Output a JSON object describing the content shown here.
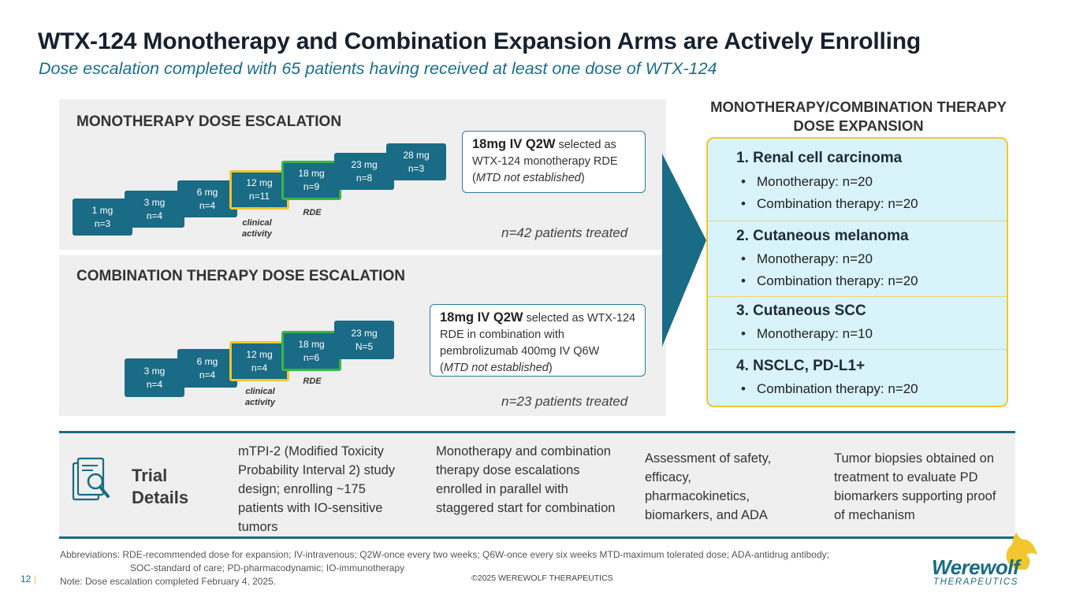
{
  "title": "WTX-124 Monotherapy and Combination Expansion Arms are Actively Enrolling",
  "subtitle": "Dose escalation completed with 65 patients having received at least one dose of WTX-124",
  "mono": {
    "heading": "MONOTHERAPY DOSE ESCALATION",
    "steps": [
      {
        "dose": "1 mg",
        "n": "n=3"
      },
      {
        "dose": "3 mg",
        "n": "n=4"
      },
      {
        "dose": "6 mg",
        "n": "n=4"
      },
      {
        "dose": "12 mg",
        "n": "n=11"
      },
      {
        "dose": "18 mg",
        "n": "n=9"
      },
      {
        "dose": "23 mg",
        "n": "n=8"
      },
      {
        "dose": "28 mg",
        "n": "n=3"
      }
    ],
    "note_clinical": "clinical activity",
    "note_rde": "RDE",
    "callout_bold": "18mg IV Q2W",
    "callout_rest": "selected as WTX-124 monotherapy RDE",
    "callout_paren_open": "(",
    "callout_italic": "MTD not established",
    "callout_paren_close": ")",
    "treated": "n=42 patients treated"
  },
  "combo": {
    "heading": "COMBINATION THERAPY DOSE ESCALATION",
    "steps": [
      {
        "dose": "3 mg",
        "n": "n=4"
      },
      {
        "dose": "6 mg",
        "n": "n=4"
      },
      {
        "dose": "12 mg",
        "n": "n=4"
      },
      {
        "dose": "18 mg",
        "n": "n=6"
      },
      {
        "dose": "23 mg",
        "n": "N=5"
      }
    ],
    "note_clinical": "clinical activity",
    "note_rde": "RDE",
    "callout_bold": "18mg IV Q2W",
    "callout_rest": "selected as WTX-124 RDE in combination with pembrolizumab 400mg IV Q6W",
    "callout_paren_open": "(",
    "callout_italic": "MTD not established",
    "callout_paren_close": ")",
    "treated": "n=23 patients treated"
  },
  "expansion": {
    "heading": "MONOTHERAPY/COMBINATION THERAPY DOSE EXPANSION",
    "sections": [
      {
        "title": "1. Renal cell carcinoma",
        "items": [
          "Monotherapy: n=20",
          "Combination therapy: n=20"
        ]
      },
      {
        "title": "2. Cutaneous melanoma",
        "items": [
          "Monotherapy: n=20",
          "Combination therapy: n=20"
        ]
      },
      {
        "title": "3. Cutaneous SCC",
        "items": [
          "Monotherapy: n=10"
        ]
      },
      {
        "title": "4. NSCLC, PD-L1+",
        "items": [
          "Combination therapy: n=20"
        ]
      }
    ]
  },
  "trial": {
    "label": "Trial Details",
    "columns": [
      "mTPI-2 (Modified Toxicity Probability Interval 2) study design; enrolling ~175 patients with IO-sensitive tumors",
      "Monotherapy and combination therapy dose escalations enrolled in parallel with staggered start for combination",
      "Assessment of safety, efficacy, pharmacokinetics, biomarkers, and ADA",
      "Tumor biopsies obtained on treatment to evaluate PD biomarkers supporting proof of mechanism"
    ]
  },
  "footer": {
    "abbrev_1": "Abbreviations: RDE-recommended dose for expansion; IV-intravenous; Q2W-once every two weeks; Q6W-once every six weeks MTD-maximum tolerated dose; ADA-antidrug antibody;",
    "abbrev_2": "SOC-standard of care; PD-pharmacodynamic; IO-immunotherapy",
    "note": "Note: Dose escalation completed February 4, 2025.",
    "page": "12",
    "copyright": "©2025 WEREWOLF THERAPEUTICS",
    "logo_main": "Werewolf",
    "logo_sub": "THERAPEUTICS"
  },
  "colors": {
    "teal": "#1a6b85",
    "gold": "#f2c62e",
    "green": "#39b54a",
    "light_blue": "#d8f3fa"
  }
}
